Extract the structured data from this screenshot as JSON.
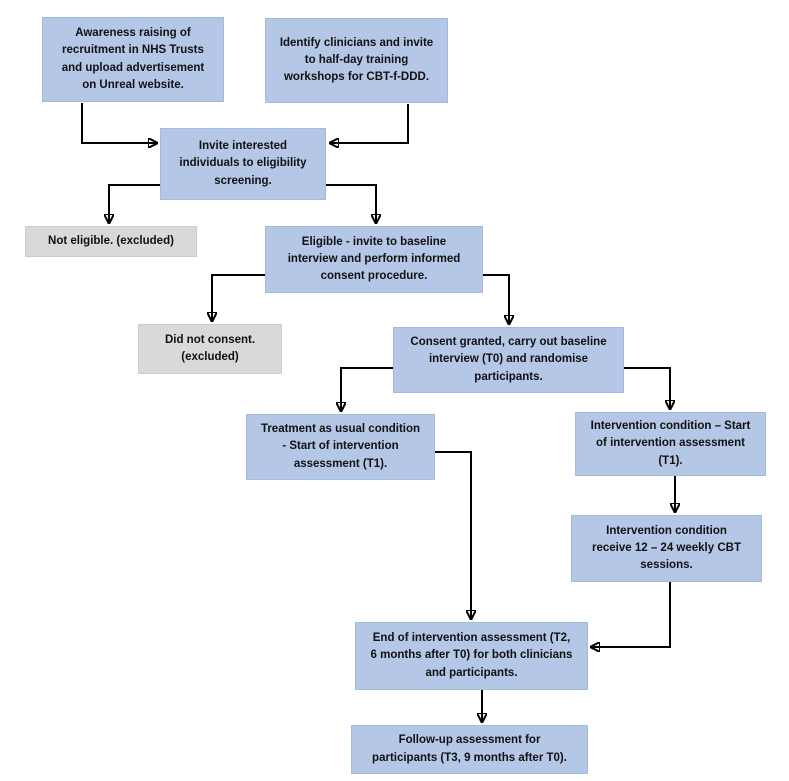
{
  "nodes": {
    "awareness": "Awareness raising of\nrecruitment in NHS Trusts\nand upload advertisement\non Unreal website.",
    "identify": "Identify clinicians and invite\nto half-day training\nworkshops for CBT-f-DDD.",
    "invite": "Invite interested\nindividuals to eligibility\nscreening.",
    "not_eligible": "Not eligible. (excluded)",
    "eligible": "Eligible - invite to baseline\ninterview and perform informed\nconsent procedure.",
    "did_not_consent": "Did not consent.\n(excluded)",
    "consent_granted": "Consent granted, carry out baseline\ninterview (T0) and randomise\nparticipants.",
    "tau": "Treatment as usual condition\n- Start of intervention\nassessment (T1).",
    "intervention_start": "Intervention condition – Start\nof intervention assessment\n(T1).",
    "intervention_sessions": "Intervention condition\nreceive 12 – 24 weekly CBT\nsessions.",
    "end_assessment": "End of intervention assessment (T2,\n6 months after T0) for both clinicians\nand participants.",
    "followup": "Follow-up assessment for\nparticipants (T3, 9 months after T0)."
  },
  "colors": {
    "process_box": "#b4c7e7",
    "excluded_box": "#d9d9d9",
    "arrow": "#000000"
  }
}
